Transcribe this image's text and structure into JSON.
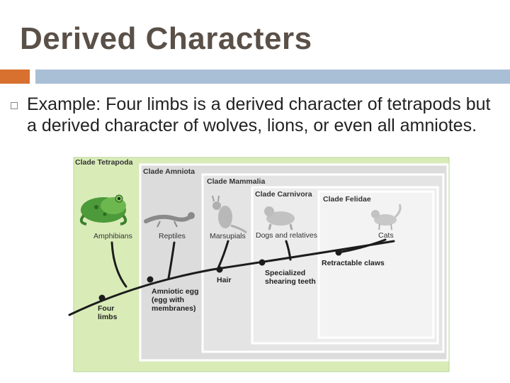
{
  "slide": {
    "title": "Derived Characters",
    "bullet_text": "Example: Four limbs is a derived character of tetrapods but a derived character of wolves, lions, or even all amniotes."
  },
  "figure": {
    "clades": [
      "Clade Tetrapoda",
      "Clade Amniota",
      "Clade Mammalia",
      "Clade Carnivora",
      "Clade Felidae"
    ],
    "taxa": [
      "Amphibians",
      "Reptiles",
      "Marsupials",
      "Dogs and relatives",
      "Cats"
    ],
    "characters": {
      "four_limbs": [
        "Four",
        "limbs"
      ],
      "amniotic_egg": [
        "Amniotic egg",
        "(egg with",
        "membranes)"
      ],
      "hair": "Hair",
      "shearing_teeth": [
        "Specialized",
        "shearing teeth"
      ],
      "retractable_claws": "Retractable claws"
    }
  }
}
